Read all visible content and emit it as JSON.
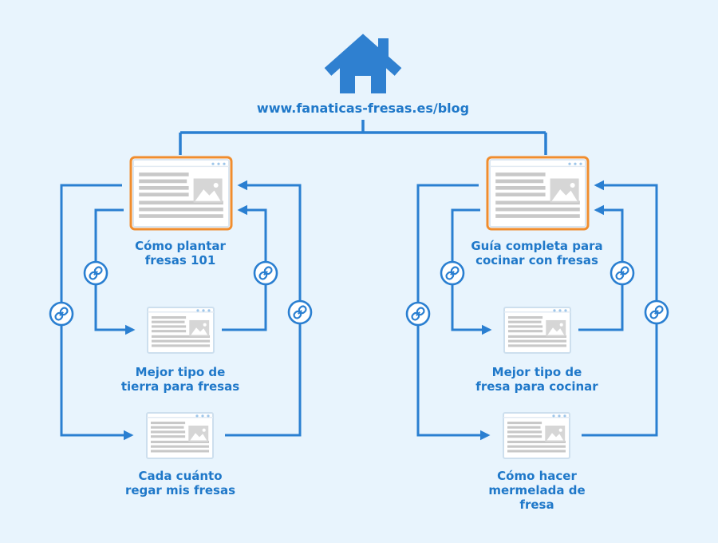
{
  "colors": {
    "line": "#2a7fd1",
    "house": "#2f80d0",
    "text": "#1f78c9",
    "highlight_border": "#f08d2e",
    "page_border": "#cddfee",
    "page_fill": "#ffffff",
    "page_lines": "#c8c8c8",
    "background": "#e8f4fd"
  },
  "site": {
    "url": "www.fanaticas-fresas.es/blog",
    "icon": "house-icon"
  },
  "clusters": [
    {
      "pillar": {
        "lines": [
          "Cómo plantar",
          "fresas 101"
        ]
      },
      "subpages": [
        {
          "lines": [
            "Mejor tipo de",
            "tierra para fresas"
          ]
        },
        {
          "lines": [
            "Cada cuánto",
            "regar mis fresas"
          ]
        }
      ]
    },
    {
      "pillar": {
        "lines": [
          "Guía completa para",
          "cocinar con fresas"
        ]
      },
      "subpages": [
        {
          "lines": [
            "Mejor tipo de",
            "fresa para cocinar"
          ]
        },
        {
          "lines": [
            "Cómo hacer",
            "mermelada de",
            "fresa"
          ]
        }
      ]
    }
  ],
  "icons": {
    "link": "link-icon",
    "page": "page-thumbnail-icon"
  }
}
